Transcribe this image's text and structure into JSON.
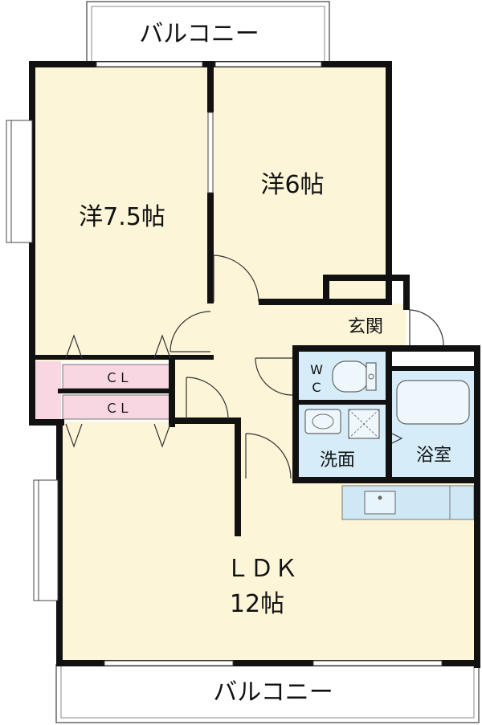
{
  "rooms": {
    "balcony_top": "バルコニー",
    "balcony_bottom": "バルコニー",
    "west_room": "洋7.5帖",
    "east_room": "洋6帖",
    "entrance": "玄関",
    "closet_upper": "ＣＬ",
    "closet_lower": "ＣＬ",
    "wc_line1": "W",
    "wc_line2": "C",
    "washroom": "洗面",
    "bathroom": "浴室",
    "ldk_name": "ＬＤＫ",
    "ldk_size": "12帖"
  },
  "colors": {
    "floor": "#fcf5d8",
    "wet_area": "#d6ecf8",
    "closet": "#f9d7e2",
    "wall": "#111111",
    "kitchen": "#cfe8f5"
  }
}
